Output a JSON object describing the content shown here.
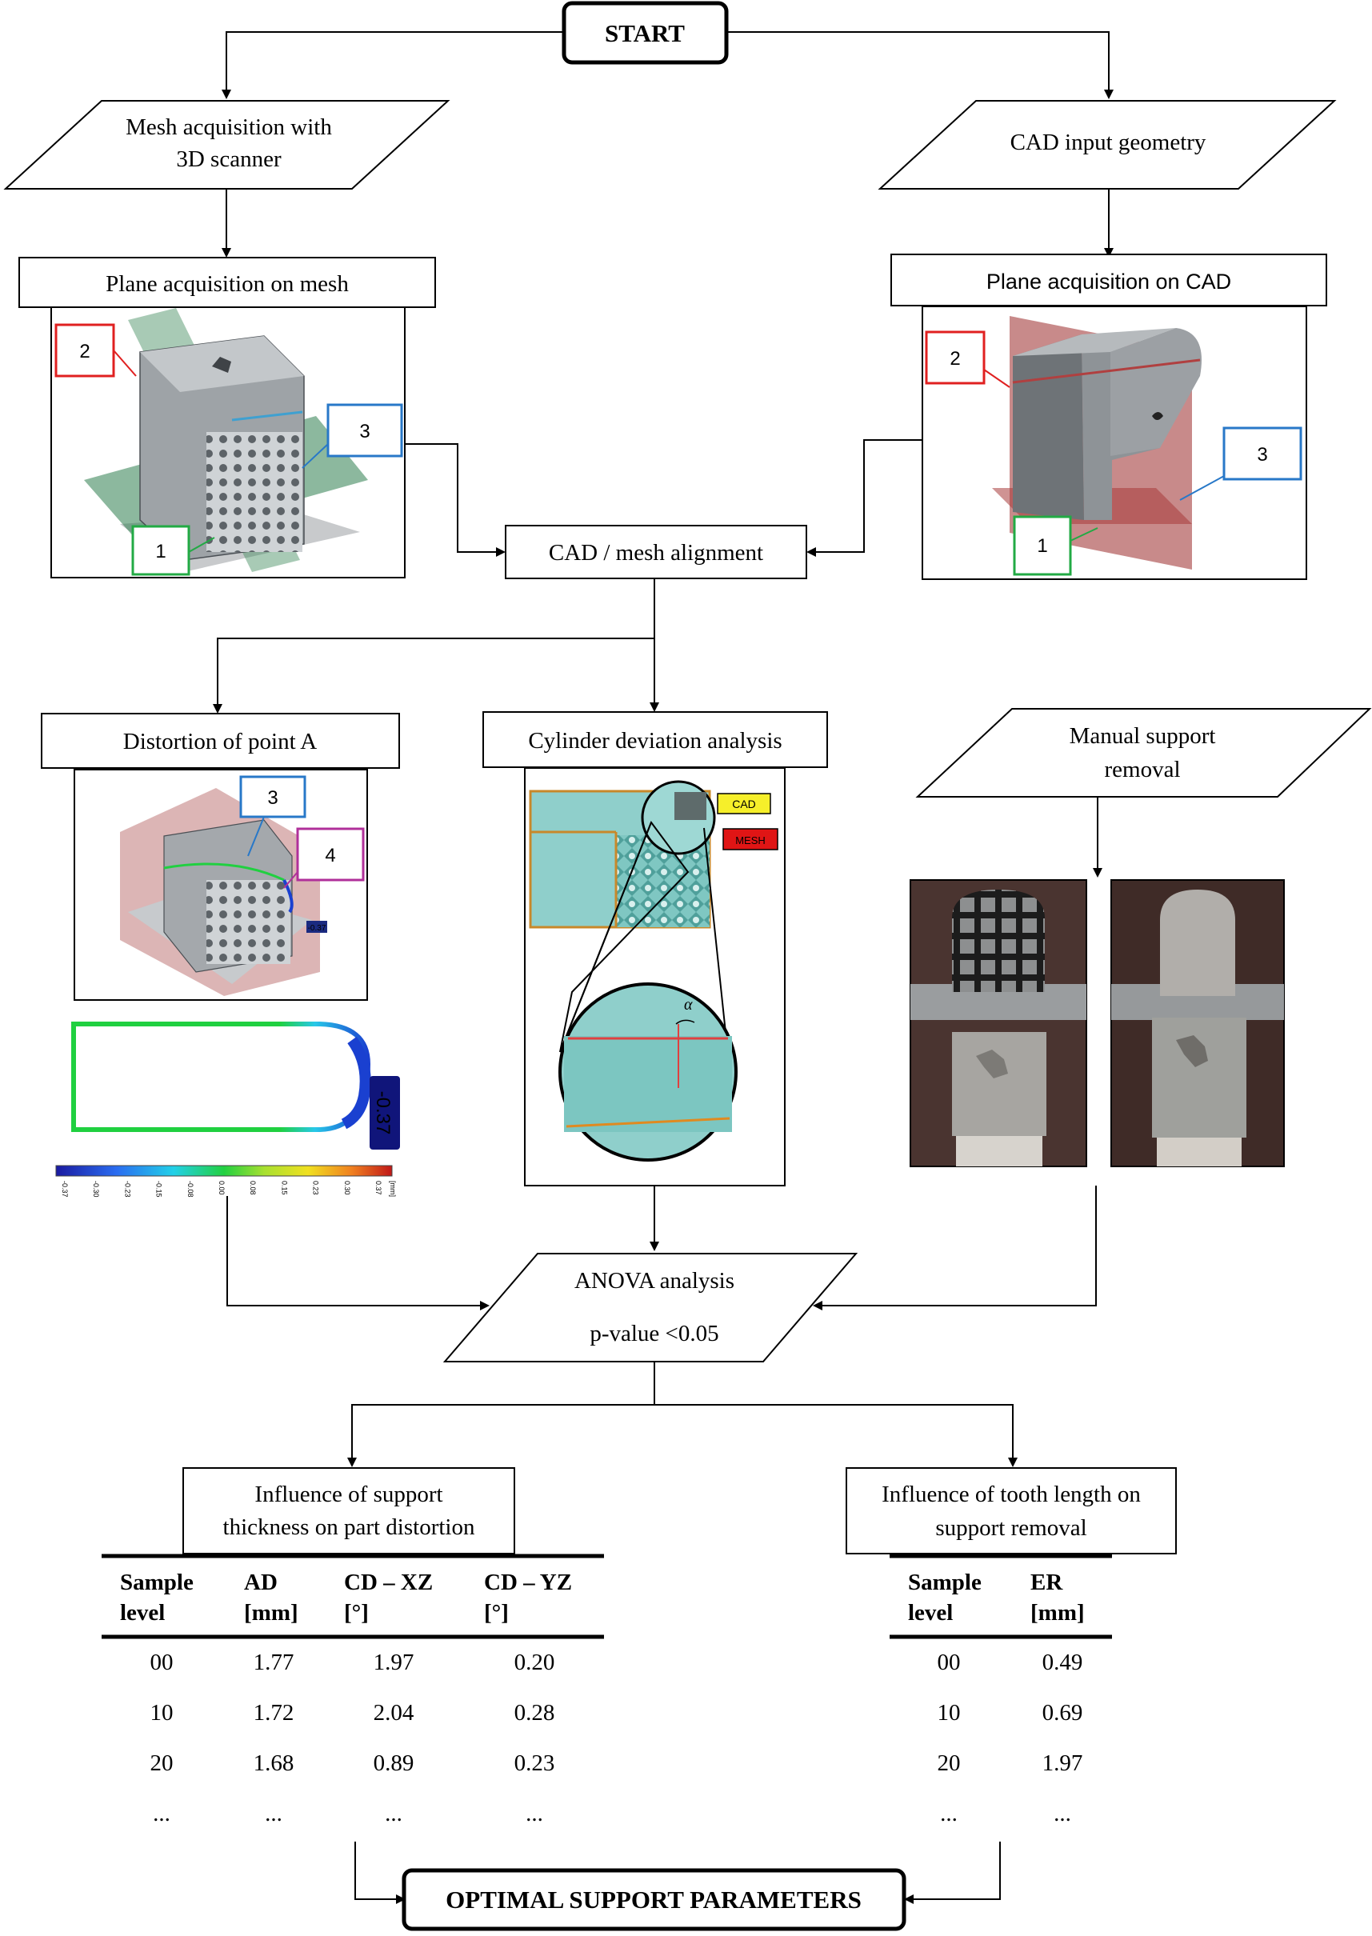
{
  "start": "START",
  "end": "OPTIMAL SUPPORT PARAMETERS",
  "inputs": {
    "mesh_line1": "Mesh acquisition with",
    "mesh_line2": "3D scanner",
    "cad": "CAD input geometry",
    "manual_line1": "Manual support",
    "manual_line2": "removal"
  },
  "steps": {
    "plane_mesh": "Plane acquisition on mesh",
    "plane_cad": "Plane acquisition on CAD",
    "alignment": "CAD / mesh alignment",
    "distortion": "Distortion of point A",
    "cylinder": "Cylinder deviation analysis",
    "anova_line1": "ANOVA analysis",
    "anova_line2": "p-value <0.05",
    "influence_support_line1": "Influence of support",
    "influence_support_line2": "thickness on part distortion",
    "influence_tooth_line1": "Influence of tooth length on",
    "influence_tooth_line2": "support removal"
  },
  "figure_labels": {
    "mesh_planes": [
      "1",
      "2",
      "3"
    ],
    "cad_planes": [
      "1",
      "2",
      "3"
    ],
    "distortion_planes": [
      "3",
      "4"
    ],
    "deviation_value": "-0.37",
    "colorbar_ticks": [
      "-0.37",
      "-0.30",
      "-0.23",
      "-0.15",
      "-0.08",
      "0.00",
      "0.08",
      "0.15",
      "0.23",
      "0.30",
      "0.37"
    ],
    "colorbar_unit": "[mm]",
    "cad_tag": "CAD",
    "mesh_tag": "MESH",
    "alpha": "α"
  },
  "colors": {
    "label_red": "#e02020",
    "label_blue": "#2878c8",
    "label_green": "#22aa44",
    "label_magenta": "#b0309a"
  },
  "table_support": {
    "headers": [
      [
        "Sample",
        "level"
      ],
      [
        "AD",
        "[mm]"
      ],
      [
        "CD – XZ",
        "[°]"
      ],
      [
        "CD – YZ",
        "[°]"
      ]
    ],
    "rows": [
      [
        "00",
        "1.77",
        "1.97",
        "0.20"
      ],
      [
        "10",
        "1.72",
        "2.04",
        "0.28"
      ],
      [
        "20",
        "1.68",
        "0.89",
        "0.23"
      ],
      [
        "...",
        "...",
        "...",
        "..."
      ]
    ]
  },
  "table_tooth": {
    "headers": [
      [
        "Sample",
        "level"
      ],
      [
        "ER",
        "[mm]"
      ]
    ],
    "rows": [
      [
        "00",
        "0.49"
      ],
      [
        "10",
        "0.69"
      ],
      [
        "20",
        "1.97"
      ],
      [
        "...",
        "..."
      ]
    ]
  }
}
